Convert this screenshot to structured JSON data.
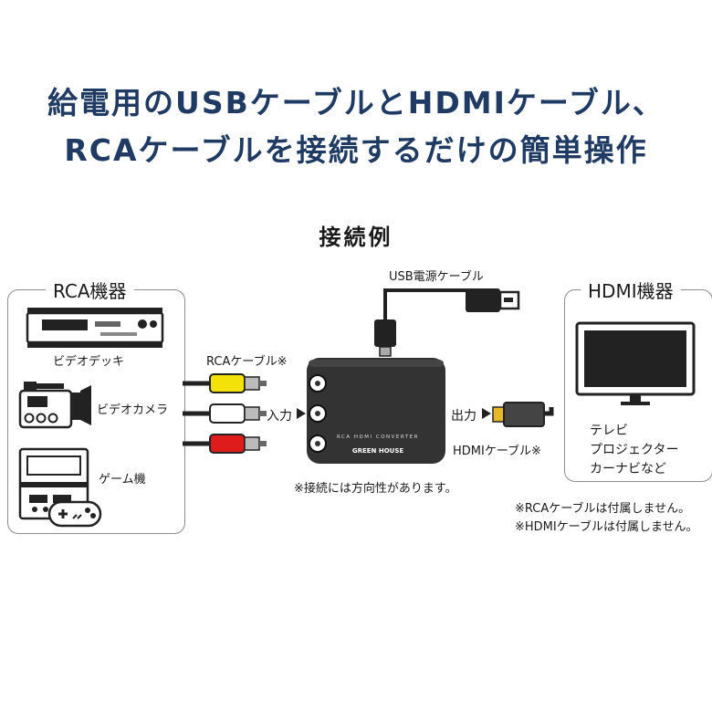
{
  "headline": {
    "line1": "給電用のUSBケーブルとHDMIケーブル、",
    "line2": "RCAケーブルを接続するだけの簡単操作"
  },
  "diagram": {
    "subtitle": "接続例",
    "rca_group": {
      "title": "RCA機器",
      "devices": [
        "ビデオデッキ",
        "ビデオカメラ",
        "ゲーム機"
      ]
    },
    "hdmi_group": {
      "title": "HDMI機器",
      "devices": [
        "テレビ",
        "プロジェクター",
        "カーナビなど"
      ]
    },
    "usb_cable_label": "USB電源ケーブル",
    "rca_cable_label": "RCAケーブル※",
    "hdmi_cable_label": "HDMIケーブル※",
    "input_label": "入力",
    "output_label": "出力",
    "converter": {
      "model_text": "RCA HDMI CONVERTER",
      "brand": "GREEN HOUSE"
    },
    "direction_note": "※接続には方向性があります。",
    "notes": [
      "※RCAケーブルは付属しません。",
      "※HDMIケーブルは付属しません。"
    ],
    "colors": {
      "headline": "#1f3b63",
      "rca_yellow": "#f2e20a",
      "rca_white": "#ffffff",
      "rca_red": "#e01b1b",
      "hdmi_gold": "#e7b82a",
      "converter_body": "#333333"
    }
  }
}
